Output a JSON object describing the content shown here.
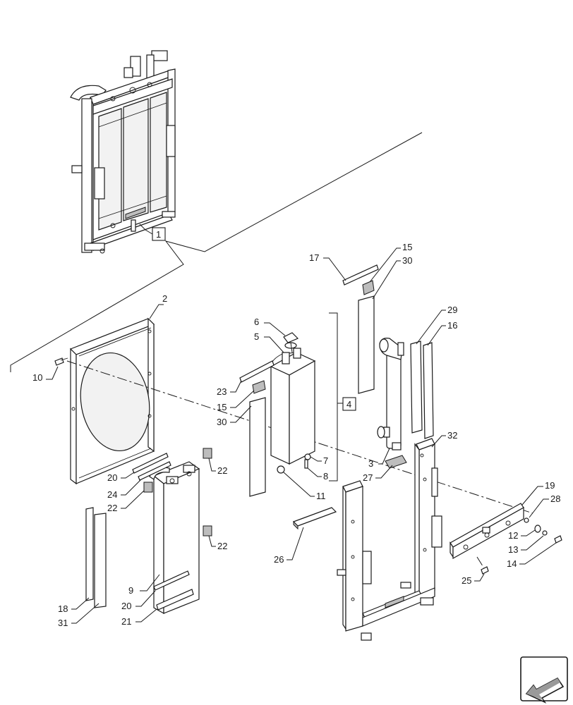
{
  "callouts": {
    "c1": "1",
    "c2": "2",
    "c3": "3",
    "c4": "4",
    "c5": "5",
    "c6": "6",
    "c7": "7",
    "c8": "8",
    "c9": "9",
    "c10": "10",
    "c11": "11",
    "c12": "12",
    "c13": "13",
    "c14": "14",
    "c15a": "15",
    "c15b": "15",
    "c16": "16",
    "c17": "17",
    "c18": "18",
    "c19": "19",
    "c20a": "20",
    "c20b": "20",
    "c21": "21",
    "c22a": "22",
    "c22b": "22",
    "c22c": "22",
    "c23": "23",
    "c24": "24",
    "c25": "25",
    "c26": "26",
    "c27": "27",
    "c28": "28",
    "c29": "29",
    "c30a": "30",
    "c30b": "30",
    "c31": "31",
    "c32": "32"
  },
  "icons": {
    "navigation": "arrow-navigation-icon"
  },
  "colors": {
    "line": "#1a1a1a",
    "background": "#ffffff",
    "shade": "#bdbdbd"
  }
}
